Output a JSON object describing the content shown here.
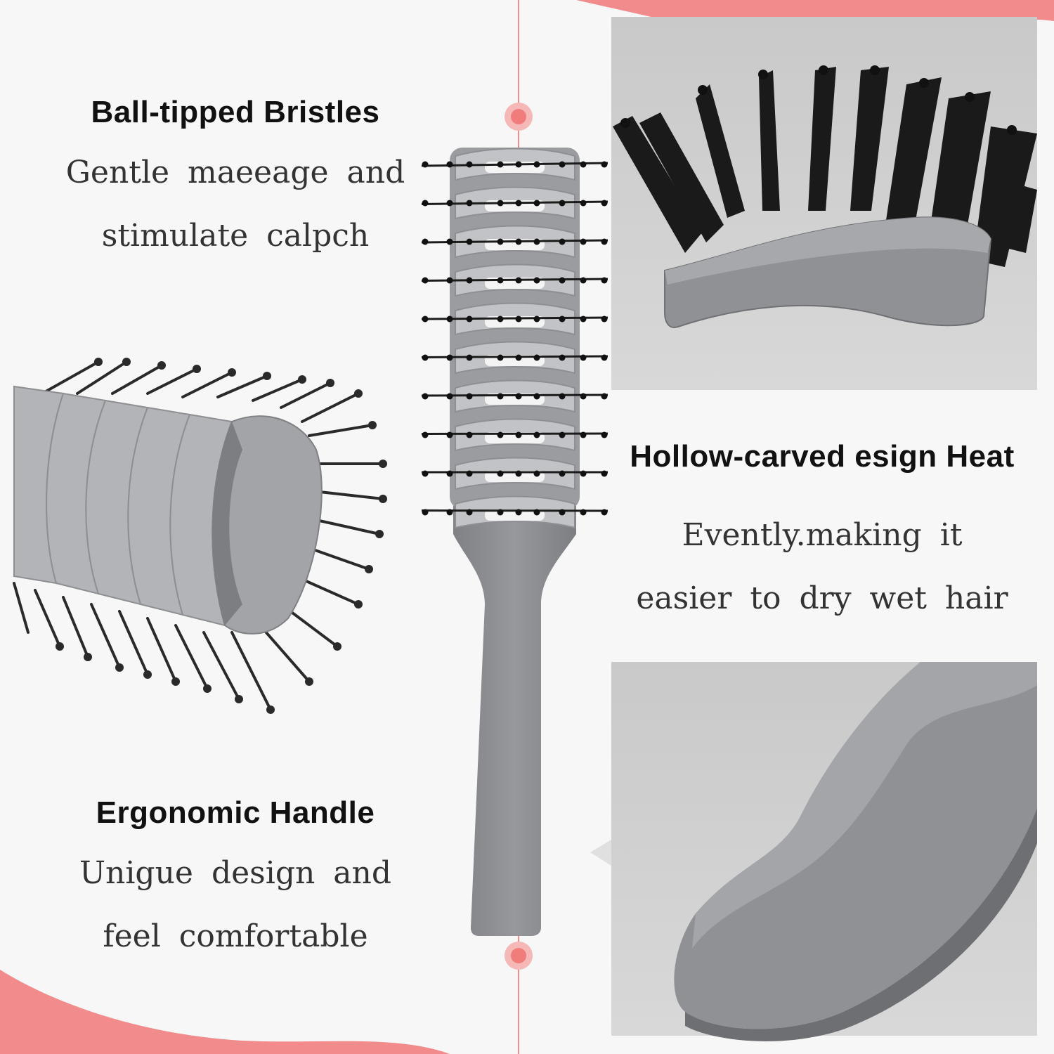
{
  "features": {
    "bristles": {
      "title": "Ball-tipped Bristles",
      "line1": "Gentle maeeage and",
      "line2": "stimulate calpch"
    },
    "hollow": {
      "title": "Hollow-carved esign Heat",
      "line1": "Evently.making it",
      "line2": "easier to dry wet hair"
    },
    "handle": {
      "title": "Ergonomic Handle",
      "line1": "Unigue design and",
      "line2": "feel comfortable"
    }
  },
  "colors": {
    "accent_pink": "#f28b8b",
    "brush_gray": "#8c8e92",
    "panel_gray": "#d2d2d2",
    "bristle_black": "#1a1a1a"
  }
}
